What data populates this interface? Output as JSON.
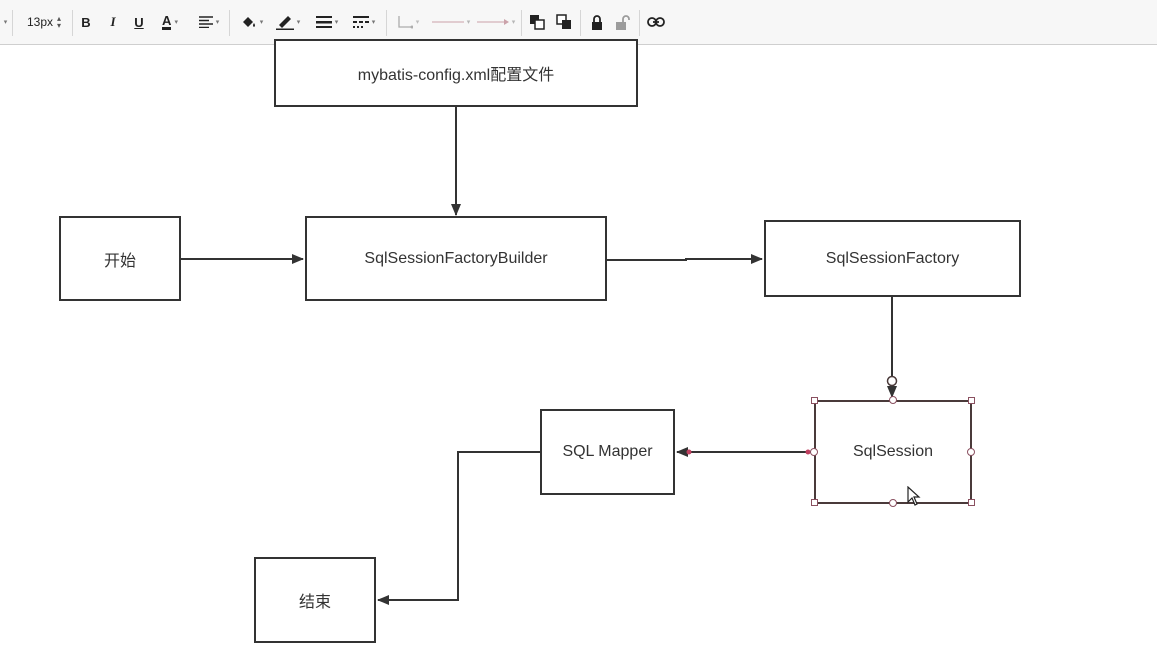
{
  "toolbar": {
    "font_size": "13px",
    "bold": "B",
    "italic": "I",
    "underline": "U",
    "font_color": "A"
  },
  "diagram": {
    "nodes": {
      "config": "mybatis-config.xml配置文件",
      "start": "开始",
      "builder": "SqlSessionFactoryBuilder",
      "factory": "SqlSessionFactory",
      "session": "SqlSession",
      "mapper": "SQL Mapper",
      "end": "结束"
    }
  },
  "colors": {
    "stroke": "#333333",
    "selection": "#8a5060",
    "toolbar_bg": "#f7f7f7"
  }
}
